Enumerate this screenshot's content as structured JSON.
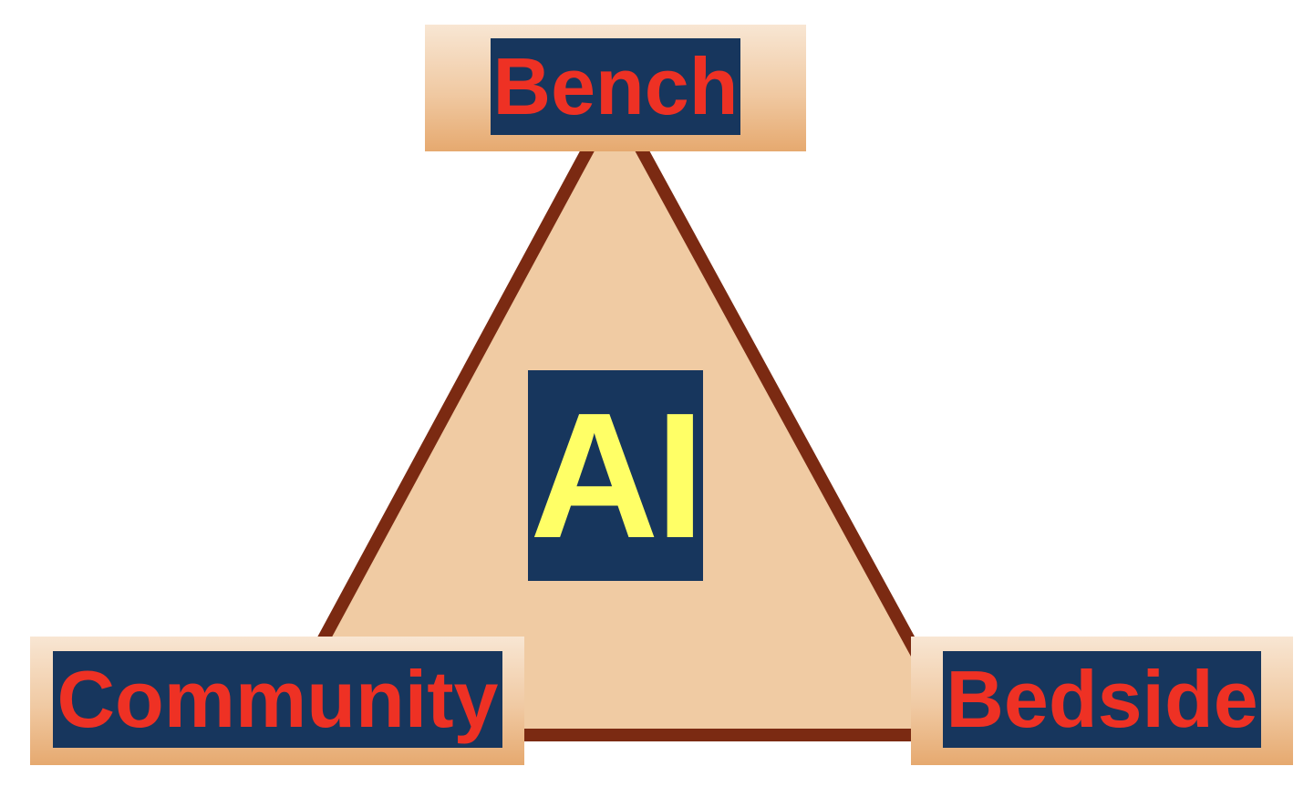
{
  "diagram": {
    "center": {
      "label": "AI"
    },
    "nodes": {
      "top": {
        "label": "Bench"
      },
      "bottom_left": {
        "label": "Community"
      },
      "bottom_right": {
        "label": "Bedside"
      }
    },
    "colors": {
      "triangle_fill": "#f0cba3",
      "triangle_stroke": "#7b2a12",
      "label_background": "#17365d",
      "node_text": "#ee3124",
      "center_text": "#ffff66"
    }
  }
}
